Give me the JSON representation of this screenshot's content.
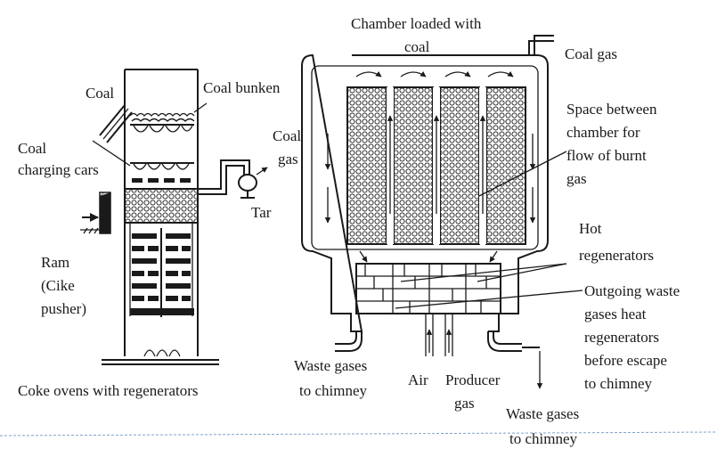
{
  "left_diagram": {
    "caption": "Coke ovens with regenerators",
    "labels": {
      "coal": "Coal",
      "coal_bunker": "Coal bunken",
      "coal_charging_cars_1": "Coal",
      "coal_charging_cars_2": "charging cars",
      "coal_gas_1": "Coal",
      "coal_gas_2": "gas",
      "tar": "Tar",
      "ram_1": "Ram",
      "ram_2": "(Cike",
      "ram_3": "pusher)"
    }
  },
  "right_diagram": {
    "labels": {
      "chamber_1": "Chamber loaded with",
      "chamber_2": "coal",
      "coal_gas": "Coal gas",
      "space_1": "Space between",
      "space_2": "chamber for",
      "space_3": "flow of burnt",
      "space_4": "gas",
      "hot_regen_1": "Hot",
      "hot_regen_2": "regenerators",
      "outgoing_1": "Outgoing waste",
      "outgoing_2": "gases heat",
      "outgoing_3": "regenerators",
      "outgoing_4": "before escape",
      "outgoing_5": "to chimney",
      "waste_left_1": "Waste gases",
      "waste_left_2": "to chimney",
      "air": "Air",
      "producer_1": "Producer",
      "producer_2": "gas",
      "waste_right_1": "Waste gases",
      "waste_right_2": "to chimney"
    }
  }
}
